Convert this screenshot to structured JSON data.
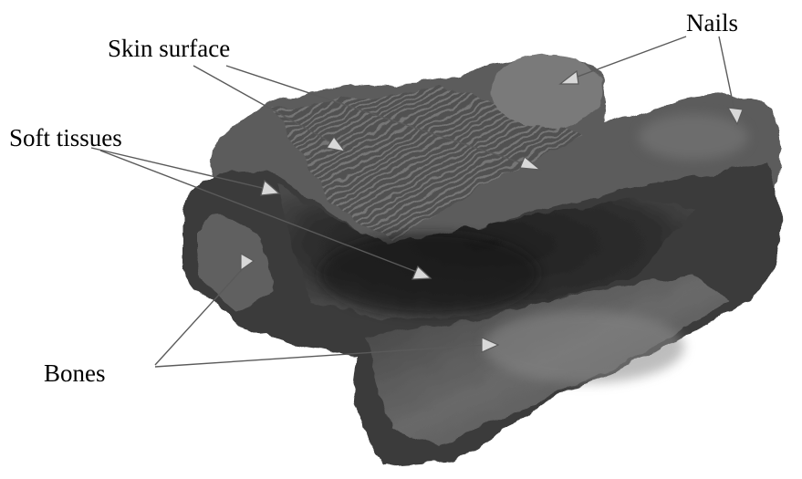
{
  "labels": {
    "skin_surface": "Skin surface",
    "nails": "Nails",
    "soft_tissues": "Soft tissues",
    "bones": "Bones"
  },
  "colors": {
    "background": "#ffffff",
    "label_text": "#000000",
    "volume_dark": "#2b2b2b",
    "volume_mid": "#5a5a5a",
    "volume_light": "#8e8e8e",
    "arrow_fill": "#d8d8d8",
    "arrow_stroke": "#5a5a5a"
  }
}
